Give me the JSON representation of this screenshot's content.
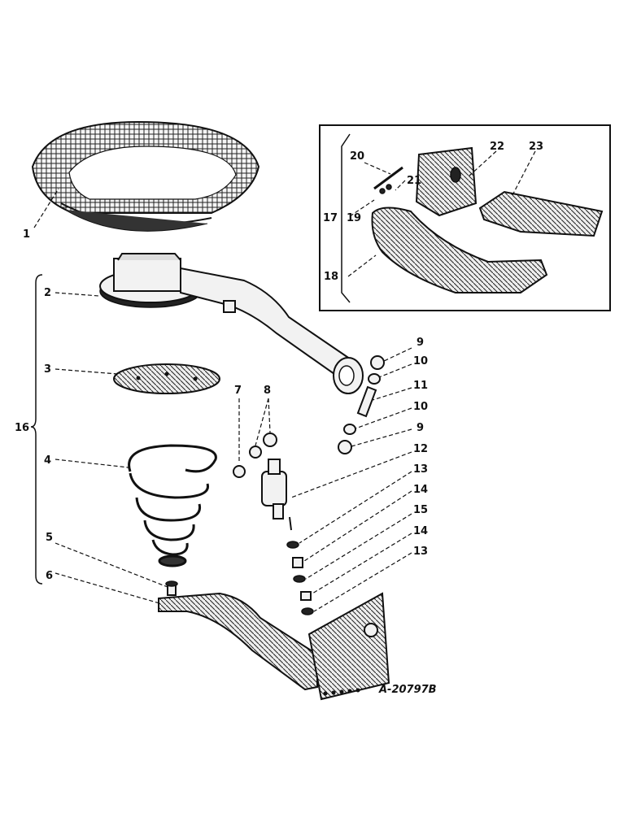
{
  "figure": {
    "drawing_number": "A-20797B",
    "callouts": [
      "1",
      "2",
      "3",
      "4",
      "5",
      "6",
      "7",
      "8",
      "9",
      "10",
      "11",
      "10",
      "9",
      "12",
      "13",
      "14",
      "15",
      "14",
      "13",
      "16",
      "17",
      "18",
      "19",
      "20",
      "21",
      "22",
      "23"
    ]
  },
  "colors": {
    "ink": "#111111",
    "paper": "#ffffff",
    "fill": "#f2f2f2"
  }
}
